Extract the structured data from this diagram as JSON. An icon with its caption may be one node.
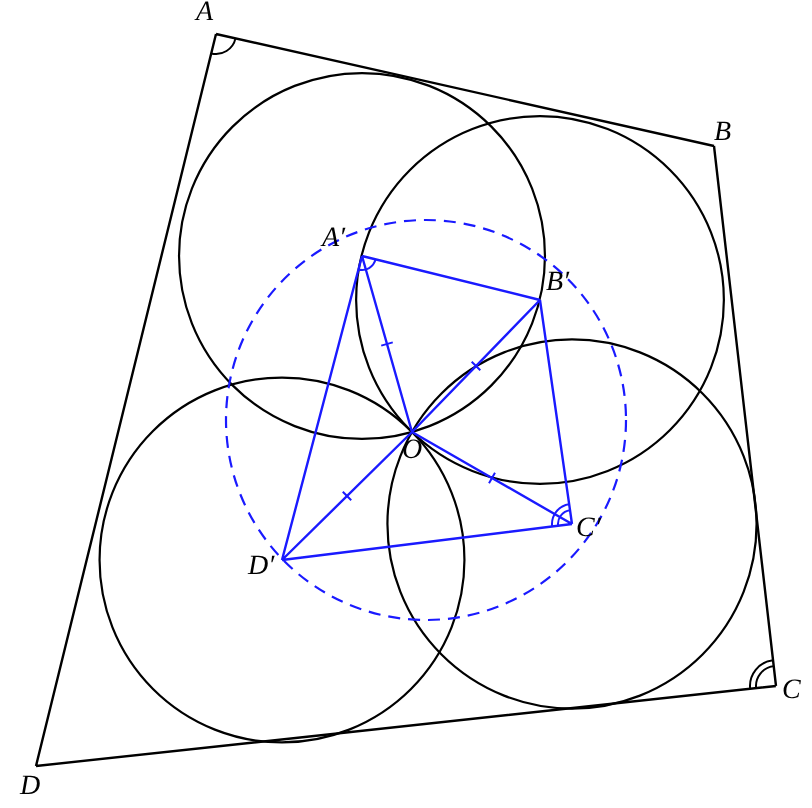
{
  "diagram": {
    "labels": [
      "A",
      "B",
      "A′",
      "B′",
      "O",
      "C′",
      "D′",
      "C",
      "D"
    ]
  }
}
